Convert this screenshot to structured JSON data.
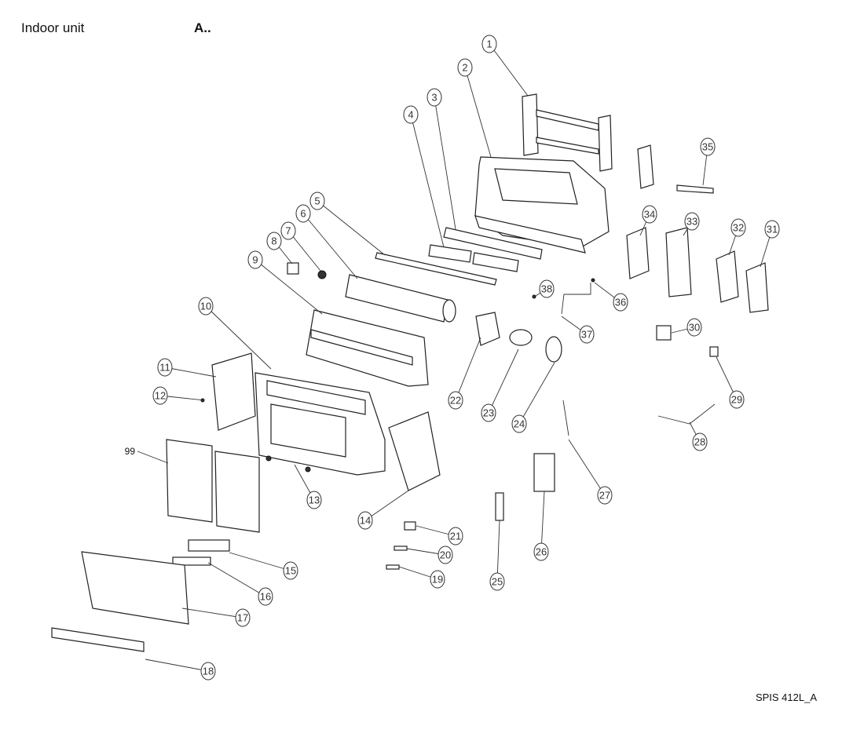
{
  "header": {
    "title": "Indoor unit",
    "variant": "A.."
  },
  "footer": {
    "code": "SPIS 412L_A"
  },
  "callouts": [
    "1",
    "2",
    "3",
    "4",
    "5",
    "6",
    "7",
    "8",
    "9",
    "10",
    "11",
    "12",
    "13",
    "14",
    "15",
    "16",
    "17",
    "18",
    "19",
    "20",
    "21",
    "22",
    "23",
    "24",
    "25",
    "26",
    "27",
    "28",
    "29",
    "30",
    "31",
    "32",
    "33",
    "34",
    "35",
    "36",
    "37",
    "38"
  ],
  "plain_labels": [
    "99"
  ]
}
